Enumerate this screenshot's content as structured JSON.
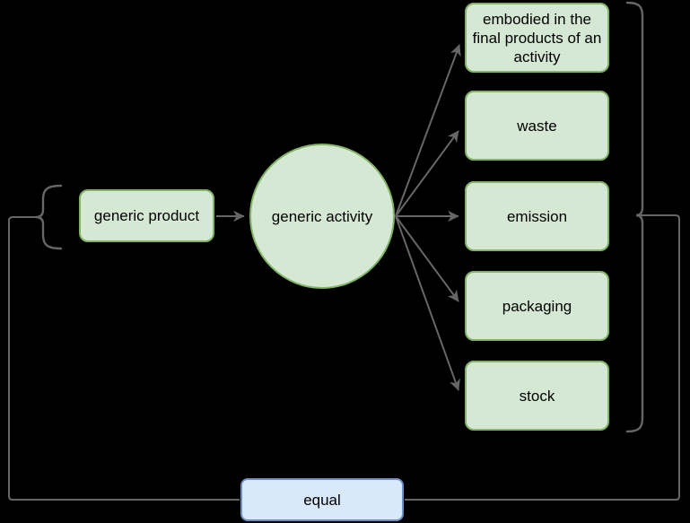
{
  "diagram": {
    "type": "flow-diagram",
    "colors": {
      "background": "#000000",
      "connector": "#666666",
      "green_fill": "#d5e8d4",
      "green_stroke": "#82b366",
      "blue_fill": "#dae8fc",
      "blue_stroke": "#6c8ebf",
      "text": "#000000"
    },
    "nodes": {
      "generic_product": {
        "label": "generic product",
        "shape": "rounded-rect"
      },
      "generic_activity": {
        "label": "generic activity",
        "shape": "circle"
      },
      "outputs": [
        {
          "label": "embodied in the final products of an activity"
        },
        {
          "label": "waste"
        },
        {
          "label": "emission"
        },
        {
          "label": "packaging"
        },
        {
          "label": "stock"
        }
      ],
      "equal": {
        "label": "equal",
        "shape": "rounded-rect"
      }
    },
    "edges": [
      {
        "from": "generic product",
        "to": "generic activity",
        "style": "arrow"
      },
      {
        "from": "generic activity",
        "to": "embodied in the final products of an activity",
        "style": "arrow"
      },
      {
        "from": "generic activity",
        "to": "waste",
        "style": "arrow"
      },
      {
        "from": "generic activity",
        "to": "emission",
        "style": "arrow"
      },
      {
        "from": "generic activity",
        "to": "packaging",
        "style": "arrow"
      },
      {
        "from": "generic activity",
        "to": "stock",
        "style": "arrow"
      },
      {
        "from": "input bracket",
        "to": "equal",
        "style": "line"
      },
      {
        "from": "outputs bracket",
        "to": "equal",
        "style": "line"
      }
    ],
    "brackets": [
      {
        "side": "left",
        "groups": [
          "generic product"
        ]
      },
      {
        "side": "right",
        "groups": [
          "embodied in the final products of an activity",
          "waste",
          "emission",
          "packaging",
          "stock"
        ]
      }
    ]
  }
}
